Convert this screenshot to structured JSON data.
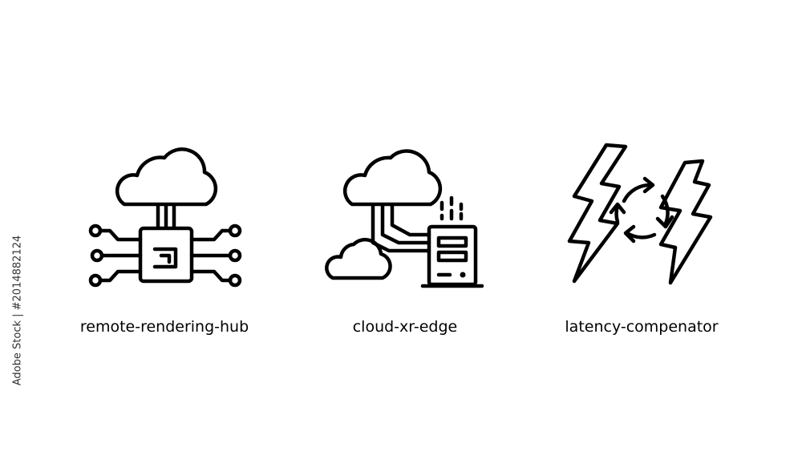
{
  "icons": [
    {
      "name": "remote-rendering-hub-icon",
      "label": "remote-rendering-hub"
    },
    {
      "name": "cloud-xr-edge-icon",
      "label": "cloud-xr-edge"
    },
    {
      "name": "latency-compenator-icon",
      "label": "latency-compenator"
    }
  ],
  "watermark": "Adobe Stock | #2014882124",
  "colors": {
    "stroke": "#000000",
    "background": "#ffffff"
  }
}
